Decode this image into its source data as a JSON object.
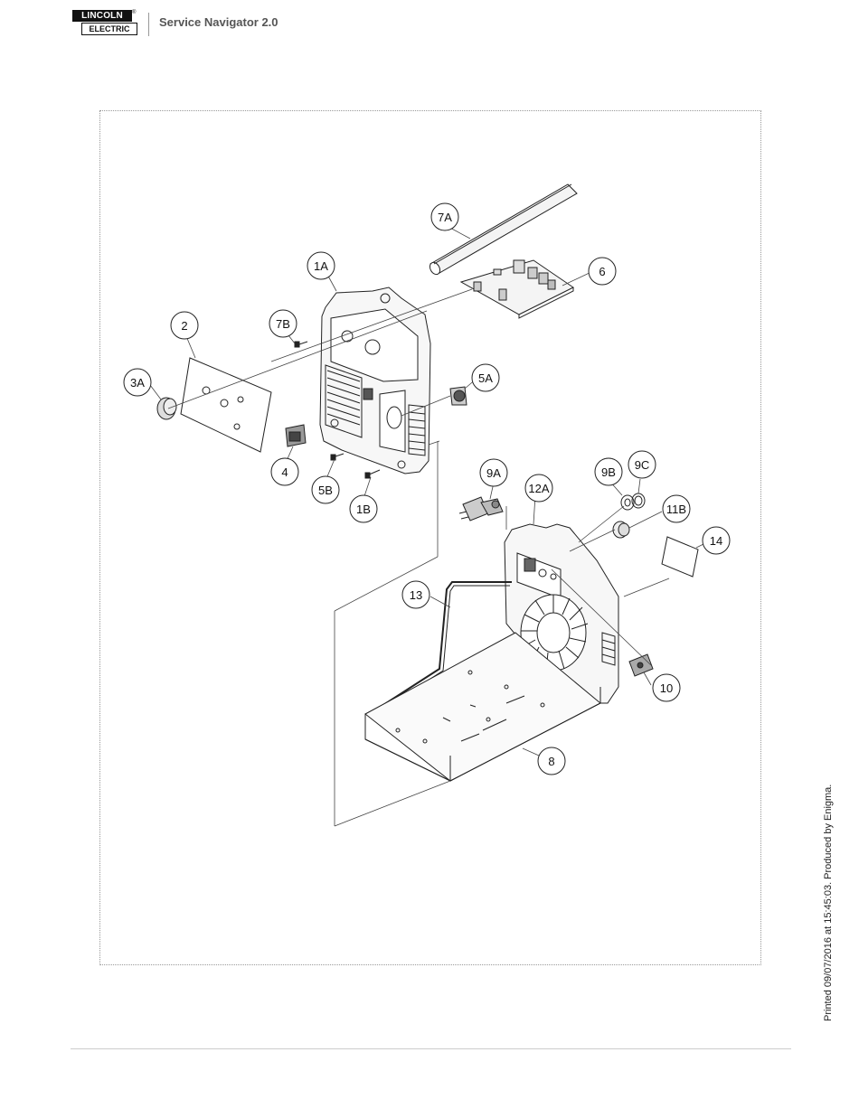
{
  "header": {
    "logo_top": "LINCOLN",
    "logo_bottom": "ELECTRIC",
    "logo_reg": "®",
    "app_title": "Service Navigator 2.0"
  },
  "diagram": {
    "callouts": {
      "c7a": "7A",
      "c1a": "1A",
      "c6": "6",
      "c2": "2",
      "c7b": "7B",
      "c3a": "3A",
      "c5a": "5A",
      "c4": "4",
      "c5b": "5B",
      "c1b": "1B",
      "c9a": "9A",
      "c12a": "12A",
      "c9b": "9B",
      "c9c": "9C",
      "c11b": "11B",
      "c14": "14",
      "c13": "13",
      "c10": "10",
      "c8": "8"
    }
  },
  "footer": {
    "printed_note": "Printed 09/07/2016 at 15:45:03. Produced by Enigma."
  }
}
